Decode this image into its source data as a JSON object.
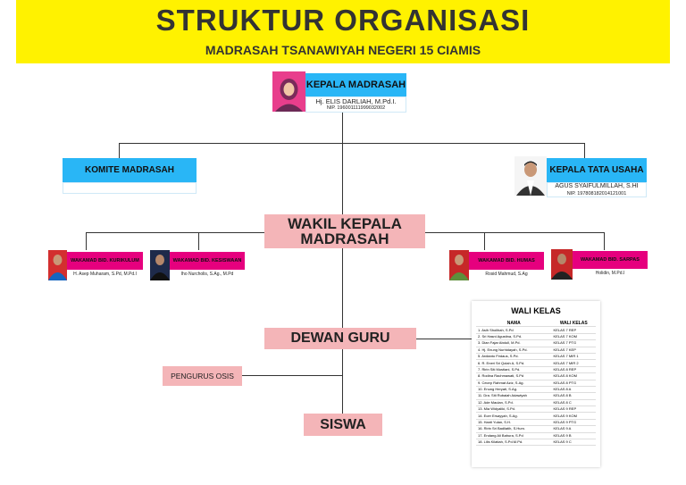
{
  "header": {
    "title": "STRUKTUR ORGANISASI",
    "subtitle": "MADRASAH TSANAWIYAH NEGERI 15 CIAMIS"
  },
  "kepala": {
    "title": "KEPALA MADRASAH",
    "name": "Hj. ELIS DARLIAH, M.Pd.I.",
    "nip": "NIP. 196001111999032002"
  },
  "komite": {
    "title": "KOMITE MADRASAH"
  },
  "tata_usaha": {
    "title": "KEPALA TATA USAHA",
    "name": "AGUS SYAIFULMILLAH, S.HI",
    "nip": "NIP. 197808182014121001"
  },
  "wakil": {
    "line1": "WAKIL KEPALA",
    "line2": "MADRASAH"
  },
  "wakamad": [
    {
      "title": "WAKAMAD BID. KURIKULUM",
      "name": "H. Asep Muharam, S.Pd, M.Pd.I"
    },
    {
      "title": "WAKAMAD BID. KESISWAAN",
      "name": "Iho Nurcholis, S.Ag., M.Pd"
    },
    {
      "title": "WAKAMAD BID. HUMAS",
      "name": "Rosid Mahmud, S.Ag"
    },
    {
      "title": "WAKAMAD BID. SARPAS",
      "name": "Holidin, M.Pd.I"
    }
  ],
  "dewan_guru": {
    "label": "DEWAN GURU"
  },
  "osis": {
    "label": "PENGURUS OSIS"
  },
  "siswa": {
    "label": "SISWA"
  },
  "wali_kelas": {
    "title": "WALI KELAS",
    "headers": [
      "NAMA",
      "WALI KELAS"
    ],
    "rows": [
      [
        "1. Asih Sholihah, S.Pd",
        "KELAS 7 REP"
      ],
      [
        "2. Sri Hasni Agustina, S.Pd.",
        "KELAS 7 KOM"
      ],
      [
        "3. Dian Fajar Abdull, M.Pd.",
        "KELAS 7 PTG"
      ],
      [
        "4. Hj. Enung Nurhidayah, S.Pd.",
        "KELAS 7 KEP"
      ],
      [
        "5. Ardianto Firdaus, S.Pd.",
        "KELAS 7 MIR 1"
      ],
      [
        "6. R. Eneri Sri Qolah A, S.Pd.",
        "KELAS 7 MIR 2"
      ],
      [
        "7. Ririn Siti Mustiani, S.Pd.",
        "KELAS 8 REP"
      ],
      [
        "8. Rodina Rachmawati, S.Pd",
        "KELAS 8 KOM"
      ],
      [
        "9. Cecep Rahmat Aziz, S.Ag.",
        "KELAS 8 PTG"
      ],
      [
        "10. Enung Heryati, S.Ag.",
        "KELAS 8 A"
      ],
      [
        "11. Dra. Siti Rubaiah Adawiyah",
        "KELAS 8 B"
      ],
      [
        "12. Ade Maulan, S.Pd.",
        "KELAS 8 C"
      ],
      [
        "13. Mia Widyaliki, S.Pd.",
        "KELAS 9 REP"
      ],
      [
        "14. Ecer Ersayyah, S.Ag.",
        "KELAS 9 KOM"
      ],
      [
        "15. Hanti Yulan, S.H.",
        "KELAS 9 PTG"
      ],
      [
        "16. Ririn Sri Badliatih, S.Hum.",
        "KELAS 9 A"
      ],
      [
        "17. Endang Ali Bahura, S.Pd",
        "KELAS 9 B"
      ],
      [
        "18. Lilis Kilatiah, S.Pd.M.Pd.",
        "KELAS 9 C"
      ]
    ]
  }
}
